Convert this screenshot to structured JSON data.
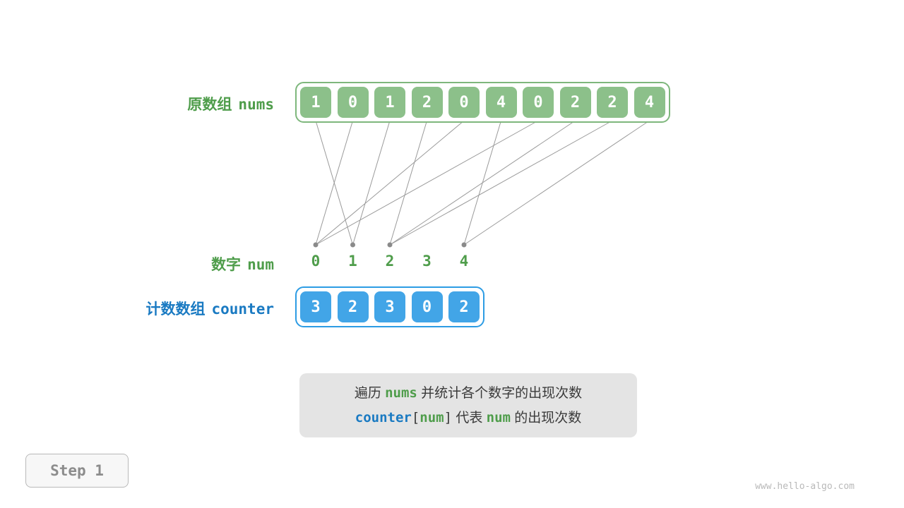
{
  "labels": {
    "nums": {
      "zh": "原数组",
      "code": "nums"
    },
    "num": {
      "zh": "数字",
      "code": "num"
    },
    "counter": {
      "zh": "计数数组",
      "code": "counter"
    }
  },
  "arrays": {
    "nums": [
      1,
      0,
      1,
      2,
      0,
      4,
      0,
      2,
      2,
      4
    ],
    "num_axis": [
      0,
      1,
      2,
      3,
      4
    ],
    "counter": [
      3,
      2,
      3,
      0,
      2
    ]
  },
  "caption": {
    "line1": [
      {
        "t": "遍历 ",
        "s": "plain"
      },
      {
        "t": "nums",
        "s": "green-code"
      },
      {
        "t": " 并统计各个数字的出现次数",
        "s": "plain"
      }
    ],
    "line2": [
      {
        "t": "counter",
        "s": "blue-code"
      },
      {
        "t": "[",
        "s": "plain-code"
      },
      {
        "t": "num",
        "s": "green-code"
      },
      {
        "t": "]",
        "s": "plain-code"
      },
      {
        "t": " 代表 ",
        "s": "plain"
      },
      {
        "t": "num",
        "s": "green-code"
      },
      {
        "t": " 的出现次数",
        "s": "plain"
      }
    ]
  },
  "step": {
    "label": "Step 1"
  },
  "watermark": "www.hello-algo.com",
  "colors": {
    "green_fill": "#8cc08a",
    "green_edge": "#7eb77c",
    "green_text": "#4f9d4b",
    "blue_fill": "#42a5e7",
    "blue_edge": "#2d9ce4",
    "blue_text": "#1a7ac2",
    "caption_bg": "#e4e4e4",
    "caption_text": "#3a3a3a",
    "line_color": "#9a9a9a",
    "dot_color": "#8a8a8a",
    "step_text": "#8c8c8c",
    "step_border": "#b9b9b9",
    "watermark": "#b9b9b9"
  }
}
